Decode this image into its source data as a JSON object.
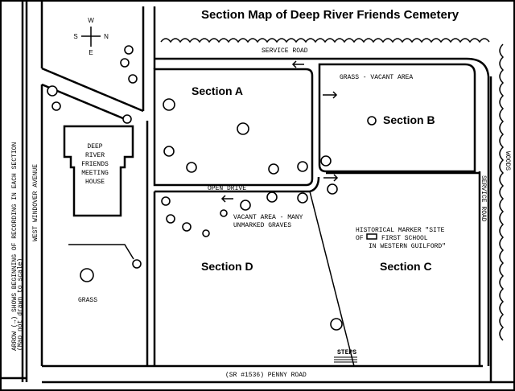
{
  "title": "Section Map of Deep River Friends Cemetery",
  "compass": {
    "north": "N",
    "south": "S",
    "east": "E",
    "west": "W"
  },
  "sections": {
    "a": "Section A",
    "b": "Section B",
    "c": "Section C",
    "d": "Section D"
  },
  "roads": {
    "service_road_top": "SERVICE ROAD",
    "service_road_right": "SERVICE ROAD",
    "open_drive": "OPEN DRIVE",
    "penny_road": "(SR #1536) PENNY ROAD",
    "west_windover": "WEST WINDOVER AVENUE"
  },
  "labels": {
    "grass_vacant": "GRASS - VACANT AREA",
    "vacant_line1": "VACANT AREA - MANY",
    "vacant_line2": "UNMARKED GRAVES",
    "marker_line1": "HISTORICAL MARKER \"SITE",
    "marker_line2a": "OF",
    "marker_line2b": "FIRST SCHOOL",
    "marker_line3": "IN WESTERN GUILFORD\"",
    "woods": "WOODS",
    "steps": "STEPS",
    "grass": "GRASS",
    "meeting_house": [
      "DEEP",
      "RIVER",
      "FRIENDS",
      "MEETING",
      "HOUSE"
    ]
  },
  "legend": {
    "line1": "ARROW (→) SHOWS BEGINNING OF RECORDING IN EACH SECTION",
    "line2": "(Map not drawn to scale)"
  }
}
